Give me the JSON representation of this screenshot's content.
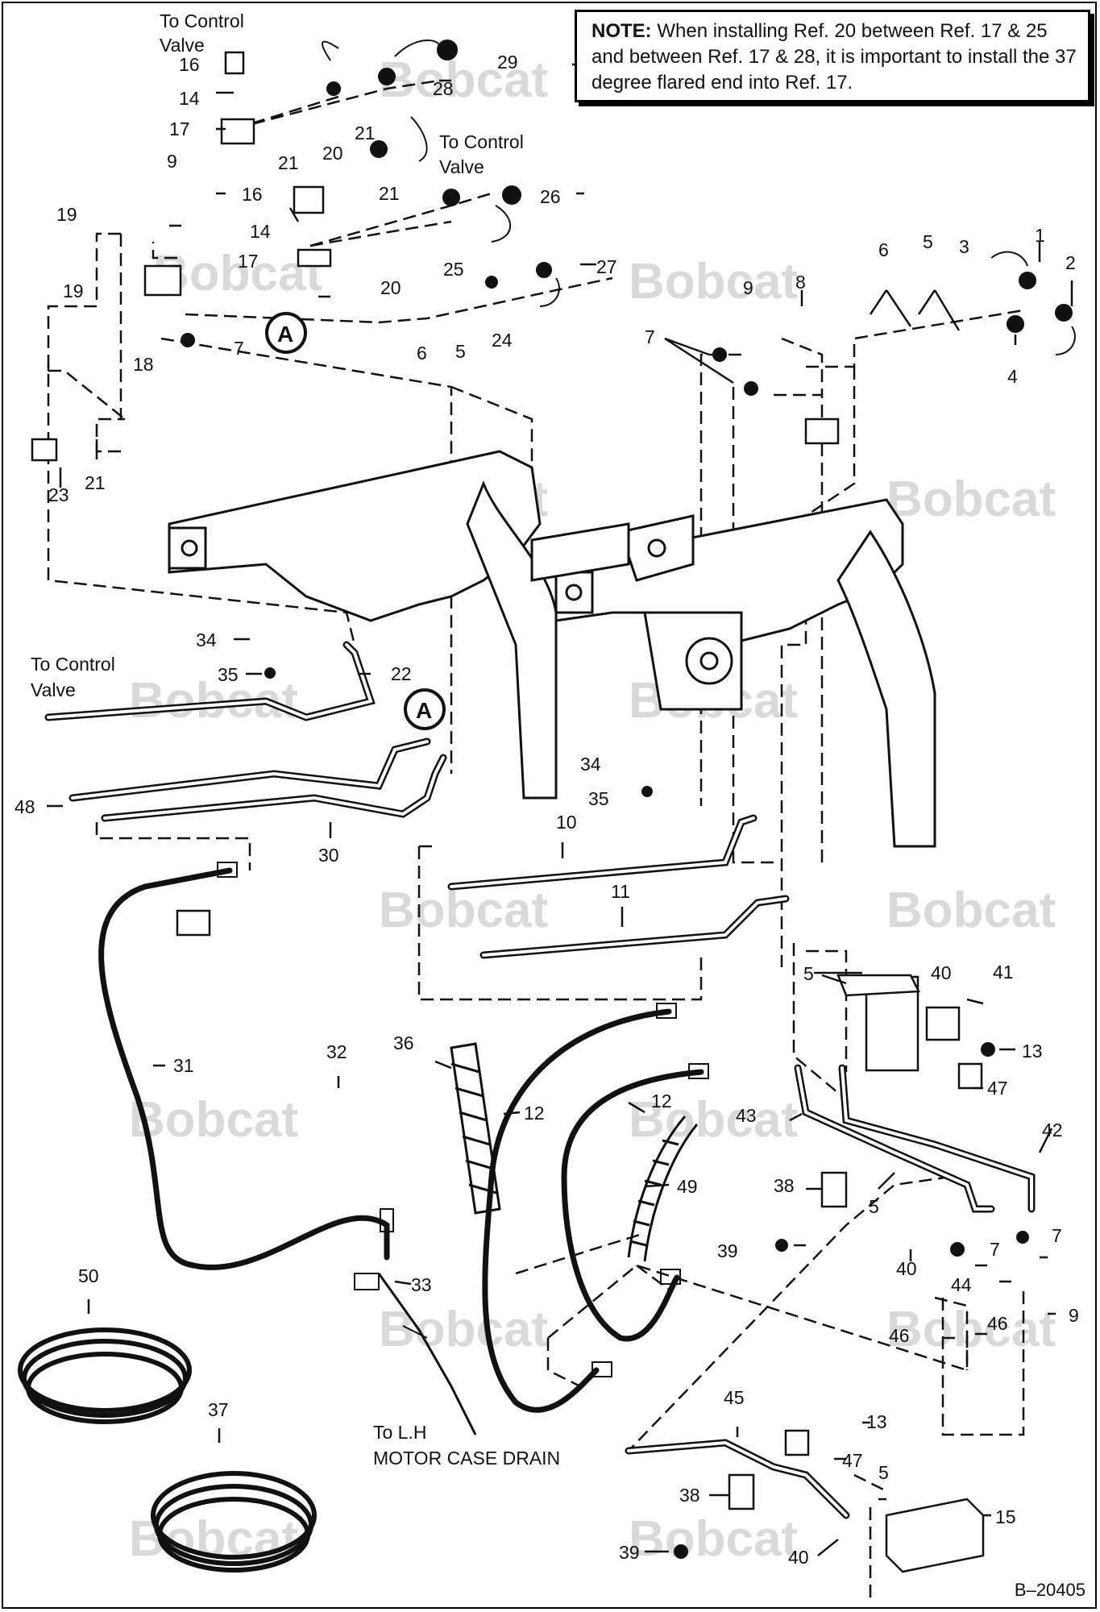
{
  "note": {
    "lead": "NOTE:",
    "text": "When installing Ref. 20 between Ref. 17 & 25 and between Ref. 17 & 28, it is important to install the 37 degree flared end into Ref. 17."
  },
  "captions": {
    "to_control_valve": "To Control Valve",
    "to_lh_motor_case_drain": "To L.H MOTOR CASE DRAIN",
    "detail_marker": "A"
  },
  "watermark": "Bobcat",
  "doc_id": "B–20405",
  "callouts": [
    "1",
    "2",
    "3",
    "4",
    "5",
    "6",
    "7",
    "8",
    "9",
    "10",
    "11",
    "12",
    "13",
    "14",
    "15",
    "16",
    "17",
    "18",
    "19",
    "20",
    "21",
    "22",
    "23",
    "24",
    "25",
    "26",
    "27",
    "28",
    "29",
    "30",
    "31",
    "32",
    "33",
    "34",
    "35",
    "36",
    "37",
    "38",
    "39",
    "40",
    "41",
    "42",
    "43",
    "44",
    "45",
    "46",
    "47",
    "48",
    "49",
    "50"
  ],
  "labels": {
    "r1": "1",
    "r2": "2",
    "r3": "3",
    "r4": "4",
    "r5": "5",
    "r6": "6",
    "r7": "7",
    "r8": "8",
    "r9": "9",
    "r10": "10",
    "r11": "11",
    "r12": "12",
    "r13": "13",
    "r14": "14",
    "r15": "15",
    "r16": "16",
    "r17": "17",
    "r18": "18",
    "r19": "19",
    "r20": "20",
    "r21": "21",
    "r22": "22",
    "r23": "23",
    "r24": "24",
    "r25": "25",
    "r26": "26",
    "r27": "27",
    "r28": "28",
    "r29": "29",
    "r30": "30",
    "r31": "31",
    "r32": "32",
    "r33": "33",
    "r34": "34",
    "r35": "35",
    "r36": "36",
    "r37": "37",
    "r38": "38",
    "r39": "39",
    "r40": "40",
    "r41": "41",
    "r42": "42",
    "r43": "43",
    "r44": "44",
    "r45": "45",
    "r46": "46",
    "r47": "47",
    "r48": "48",
    "r49": "49",
    "r50": "50"
  },
  "caption_lines": {
    "tcv_a1": "To Control",
    "tcv_a2": "Valve",
    "tcv_b1": "To Control",
    "tcv_b2": "Valve",
    "tcv_c1": "To Control",
    "tcv_c2": "Valve",
    "lh1": "To L.H",
    "lh2": "MOTOR CASE DRAIN"
  },
  "colors": {
    "ink": "#111111",
    "watermark": "#d9d9d9",
    "background": "#ffffff"
  }
}
